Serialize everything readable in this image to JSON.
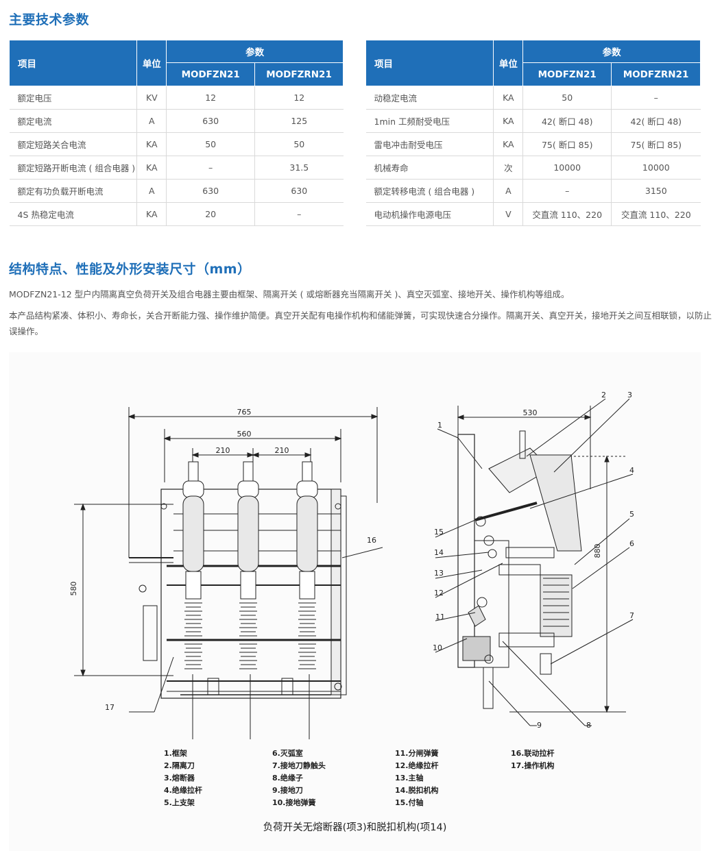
{
  "section1_title": "主要技术参数",
  "table_headers": {
    "item": "项目",
    "unit": "单位",
    "params": "参数",
    "col1": "MODFZN21",
    "col2": "MODFZRN21"
  },
  "table_left": [
    {
      "item": "额定电压",
      "unit": "KV",
      "v1": "12",
      "v2": "12"
    },
    {
      "item": "额定电流",
      "unit": "A",
      "v1": "630",
      "v2": "125"
    },
    {
      "item": "额定短路关合电流",
      "unit": "KA",
      "v1": "50",
      "v2": "50"
    },
    {
      "item": "额定短路开断电流 ( 组合电器 )",
      "unit": "KA",
      "v1": "–",
      "v2": "31.5"
    },
    {
      "item": "额定有功负载开断电流",
      "unit": "A",
      "v1": "630",
      "v2": "630"
    },
    {
      "item": "4S 热稳定电流",
      "unit": "KA",
      "v1": "20",
      "v2": "–"
    }
  ],
  "table_right": [
    {
      "item": "动稳定电流",
      "unit": "KA",
      "v1": "50",
      "v2": "–"
    },
    {
      "item": "1min 工频耐受电压",
      "unit": "KA",
      "v1": "42( 断口 48)",
      "v2": "42( 断口 48)"
    },
    {
      "item": "雷电冲击耐受电压",
      "unit": "KA",
      "v1": "75( 断口 85)",
      "v2": "75( 断口 85)"
    },
    {
      "item": "机械寿命",
      "unit": "次",
      "v1": "10000",
      "v2": "10000"
    },
    {
      "item": "额定转移电流 ( 组合电器 )",
      "unit": "A",
      "v1": "–",
      "v2": "3150"
    },
    {
      "item": "电动机操作电源电压",
      "unit": "V",
      "v1": "交直流 110、220",
      "v2": "交直流 110、220"
    }
  ],
  "section2_title": "结构特点、性能及外形安装尺寸（mm）",
  "para1": "MODFZN21-12 型户内隔离真空负荷开关及组合电器主要由框架、隔离开关 ( 或熔断器充当隔离开关 )、真空灭弧室、接地开关、操作机构等组成。",
  "para2": "本产品结构紧凑、体积小、寿命长，关合开断能力强、操作维护简便。真空开关配有电操作机构和储能弹簧，可实现快速合分操作。隔离开关、真空开关，接地开关之间互相联锁，以防止误操作。",
  "dims": {
    "d765": "765",
    "d560": "560",
    "d210a": "210",
    "d210b": "210",
    "d580": "580",
    "d530": "530",
    "d880": "880"
  },
  "callouts": {
    "c1": "1",
    "c2": "2",
    "c3": "3",
    "c4": "4",
    "c5": "5",
    "c6": "6",
    "c7": "7",
    "c8": "8",
    "c9": "9",
    "c10": "10",
    "c11": "11",
    "c12": "12",
    "c13": "13",
    "c14": "14",
    "c15": "15",
    "c16": "16",
    "c17": "17"
  },
  "legend_col1": [
    "1.框架",
    "2.隔离刀",
    "3.熔断器",
    "4.绝缘拉杆",
    "5.上支架"
  ],
  "legend_col2": [
    "6.灭弧室",
    "7.接地刀静触头",
    "8.绝缘子",
    "9.接地刀",
    "10.接地弹簧"
  ],
  "legend_col3": [
    "11.分闸弹簧",
    "12.绝缘拉杆",
    "13.主轴",
    "14.脱扣机构",
    "15.付轴"
  ],
  "legend_col4": [
    "16.联动拉杆",
    "17.操作机构"
  ],
  "caption": "负荷开关无熔断器(项3)和脱扣机构(项14)"
}
